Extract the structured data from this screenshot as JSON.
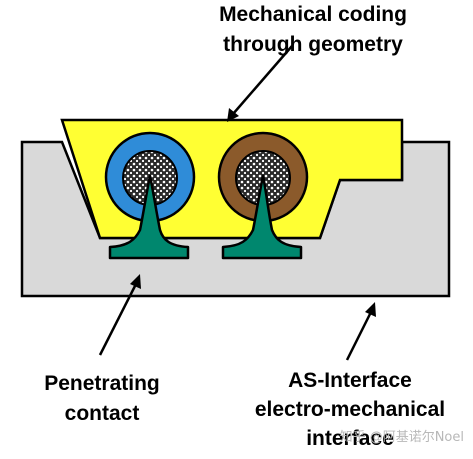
{
  "labels": {
    "top_line1": "Mechanical coding",
    "top_line2": "through geometry",
    "left_line1": "Penetrating",
    "left_line2": "contact",
    "right_line1": "AS-Interface",
    "right_line2": "electro-mechanical",
    "right_line3": "interface"
  },
  "watermark": "知乎 @阿基诺尔Noel",
  "colors": {
    "base": "#d9d9d9",
    "coding_piece": "#ffff33",
    "cable_left_sheath": "#2f8cd8",
    "cable_right_sheath": "#8b5a2b",
    "conductor": "#3a3a3a",
    "contact": "#00876e",
    "outline": "#000000"
  }
}
